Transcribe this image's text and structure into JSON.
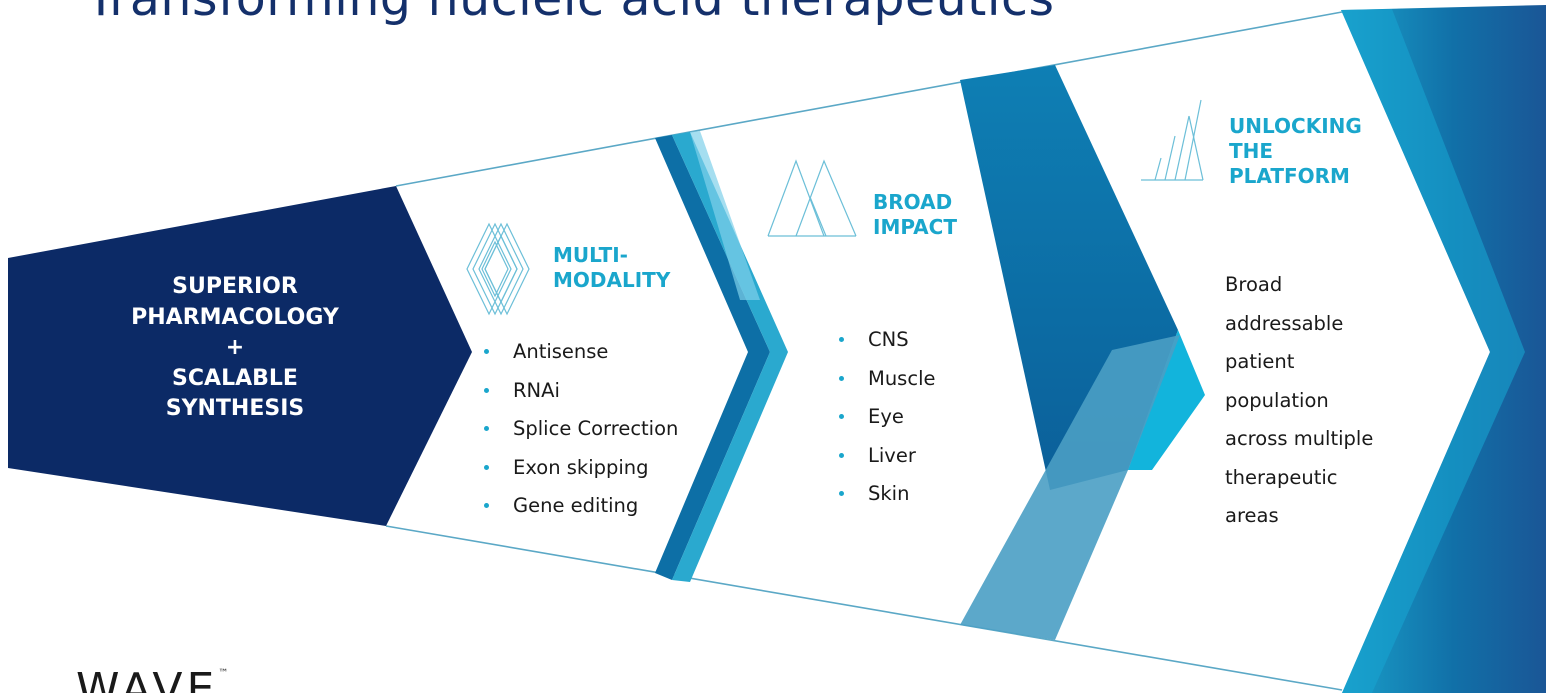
{
  "slide": {
    "title": "Transforming nucleic acid therapeutics"
  },
  "pillar_superior": {
    "lines": [
      "SUPERIOR",
      "PHARMACOLOGY",
      "+",
      "SCALABLE",
      "SYNTHESIS"
    ]
  },
  "pillar_multimodality": {
    "icon": "diamond-lines-icon",
    "heading_lines": [
      "MULTI-",
      "MODALITY"
    ],
    "items": [
      "Antisense",
      "RNAi",
      "Splice Correction",
      "Exon skipping",
      "Gene editing"
    ]
  },
  "pillar_broad_impact": {
    "icon": "mountain-lines-icon",
    "heading_lines": [
      "BROAD",
      "IMPACT"
    ],
    "items": [
      "CNS",
      "Muscle",
      "Eye",
      "Liver",
      "Skin"
    ]
  },
  "pillar_unlocking": {
    "icon": "rising-bars-icon",
    "heading_lines": [
      "UNLOCKING",
      "THE",
      "PLATFORM"
    ],
    "text_lines": [
      "Broad",
      "addressable",
      "patient",
      "population",
      "across multiple",
      "therapeutic",
      "areas"
    ]
  },
  "logo": {
    "text": "WAVE",
    "tm": "™"
  },
  "colors": {
    "title": "#14306b",
    "navy": "#0c2a66",
    "accent": "#1aa6cc",
    "band_dark": "#0d6fa6",
    "band_light": "#2aa9cf"
  }
}
